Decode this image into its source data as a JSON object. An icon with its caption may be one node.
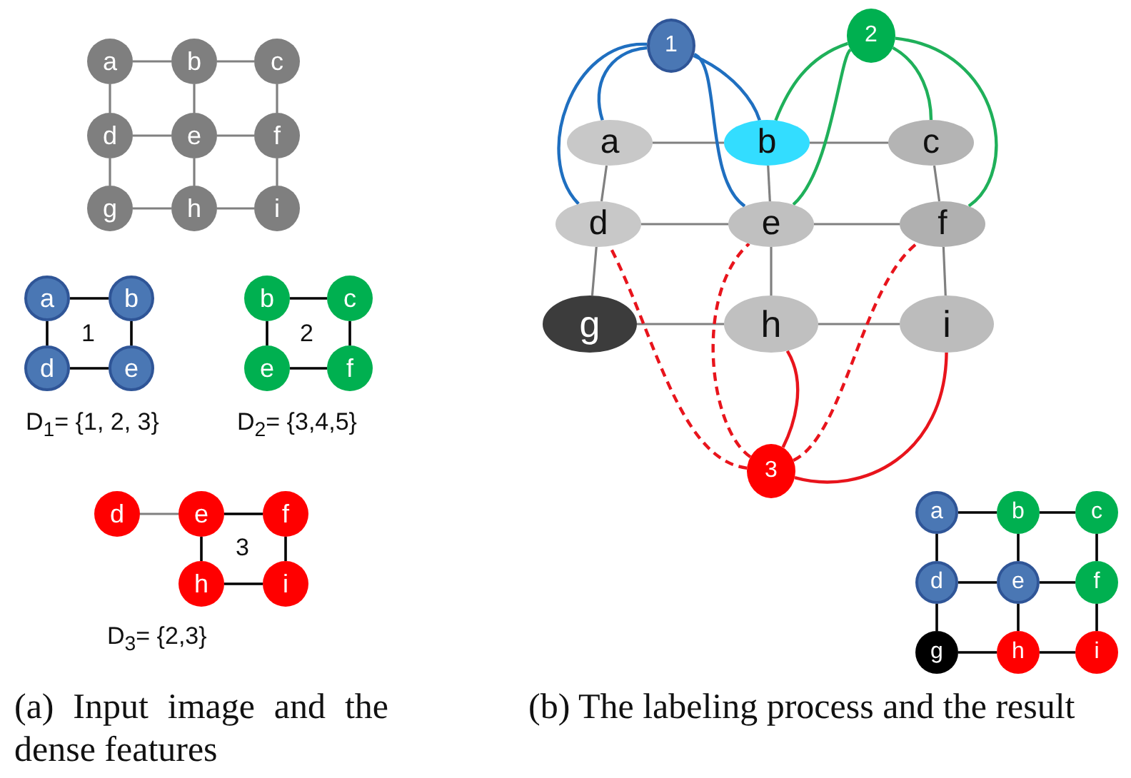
{
  "diagram": {
    "nodes": [
      {
        "text": [
          "a"
        ]
      },
      {
        "text": [
          "b"
        ]
      },
      {
        "text": [
          "c"
        ]
      },
      {
        "text": [
          "d"
        ]
      },
      {
        "text": [
          "e"
        ]
      },
      {
        "text": [
          "f"
        ]
      },
      {
        "text": [
          "g"
        ]
      },
      {
        "text": [
          "h"
        ]
      },
      {
        "text": [
          "i"
        ]
      },
      {
        "text": [
          "a"
        ]
      },
      {
        "text": [
          "b"
        ]
      },
      {
        "text": [
          "d"
        ]
      },
      {
        "text": [
          "e"
        ]
      },
      {
        "text": [
          "b"
        ]
      },
      {
        "text": [
          "c"
        ]
      },
      {
        "text": [
          "e"
        ]
      },
      {
        "text": [
          "f"
        ]
      },
      {
        "text": [
          "d"
        ]
      },
      {
        "text": [
          "e"
        ]
      },
      {
        "text": [
          "f"
        ]
      },
      {
        "text": [
          "h"
        ]
      },
      {
        "text": [
          "i"
        ]
      },
      {
        "text": [
          "1"
        ]
      },
      {
        "text": [
          "2"
        ]
      },
      {
        "text": [
          "a"
        ]
      },
      {
        "text": [
          "b"
        ]
      },
      {
        "text": [
          "c"
        ]
      },
      {
        "text": [
          "d"
        ]
      },
      {
        "text": [
          "e"
        ]
      },
      {
        "text": [
          "f"
        ]
      },
      {
        "text": [
          "g"
        ]
      },
      {
        "text": [
          "h"
        ]
      },
      {
        "text": [
          "i"
        ]
      },
      {
        "text": [
          "3"
        ]
      },
      {
        "text": [
          "a"
        ]
      },
      {
        "text": [
          "b"
        ]
      },
      {
        "text": [
          "c"
        ]
      },
      {
        "text": [
          "d"
        ]
      },
      {
        "text": [
          "e"
        ]
      },
      {
        "text": [
          "f"
        ]
      },
      {
        "text": [
          "g"
        ]
      },
      {
        "text": [
          "h"
        ]
      },
      {
        "text": [
          "i"
        ]
      }
    ],
    "edges": [
      {
        "from": 0,
        "to": 1,
        "arrow": "none"
      },
      {
        "from": 1,
        "to": 2,
        "arrow": "none"
      },
      {
        "from": 0,
        "to": 3,
        "arrow": "none"
      },
      {
        "from": 1,
        "to": 4,
        "arrow": "none"
      },
      {
        "from": 2,
        "to": 5,
        "arrow": "none"
      },
      {
        "from": 3,
        "to": 4,
        "arrow": "none"
      },
      {
        "from": 4,
        "to": 5,
        "arrow": "none"
      },
      {
        "from": 3,
        "to": 6,
        "arrow": "none"
      },
      {
        "from": 4,
        "to": 7,
        "arrow": "none"
      },
      {
        "from": 5,
        "to": 8,
        "arrow": "none"
      },
      {
        "from": 6,
        "to": 7,
        "arrow": "none"
      },
      {
        "from": 7,
        "to": 8,
        "arrow": "none"
      },
      {
        "from": 9,
        "to": 10,
        "arrow": "none",
        "color": "#000000"
      },
      {
        "from": 9,
        "to": 11,
        "arrow": "none",
        "color": "#000000"
      },
      {
        "from": 10,
        "to": 12,
        "arrow": "none",
        "color": "#000000"
      },
      {
        "from": 11,
        "to": 12,
        "arrow": "none",
        "color": "#000000"
      },
      {
        "from": 13,
        "to": 14,
        "arrow": "none",
        "color": "#000000"
      },
      {
        "from": 13,
        "to": 15,
        "arrow": "none",
        "color": "#000000"
      },
      {
        "from": 14,
        "to": 16,
        "arrow": "none",
        "color": "#000000"
      },
      {
        "from": 15,
        "to": 16,
        "arrow": "none",
        "color": "#000000"
      },
      {
        "from": 17,
        "to": 18,
        "arrow": "none"
      },
      {
        "from": 18,
        "to": 19,
        "arrow": "none",
        "color": "#000000"
      },
      {
        "from": 18,
        "to": 20,
        "arrow": "none",
        "color": "#000000"
      },
      {
        "from": 19,
        "to": 21,
        "arrow": "none",
        "color": "#000000"
      },
      {
        "from": 20,
        "to": 21,
        "arrow": "none",
        "color": "#000000"
      },
      {
        "from": 24,
        "to": 25,
        "arrow": "none"
      },
      {
        "from": 25,
        "to": 26,
        "arrow": "none"
      },
      {
        "from": 24,
        "to": 27,
        "arrow": "none"
      },
      {
        "from": 25,
        "to": 28,
        "arrow": "none"
      },
      {
        "from": 26,
        "to": 29,
        "arrow": "none"
      },
      {
        "from": 27,
        "to": 28,
        "arrow": "none"
      },
      {
        "from": 28,
        "to": 29,
        "arrow": "none"
      },
      {
        "from": 27,
        "to": 30,
        "arrow": "none"
      },
      {
        "from": 28,
        "to": 31,
        "arrow": "none"
      },
      {
        "from": 29,
        "to": 32,
        "arrow": "none"
      },
      {
        "from": 30,
        "to": 31,
        "arrow": "none"
      },
      {
        "from": 31,
        "to": 32,
        "arrow": "none"
      },
      {
        "from": 22,
        "to": 24,
        "arrow": "none",
        "color": "#1f6fc0"
      },
      {
        "from": 22,
        "to": 27,
        "arrow": "none",
        "color": "#1f6fc0"
      },
      {
        "from": 22,
        "to": 25,
        "arrow": "none",
        "color": "#1f6fc0"
      },
      {
        "from": 22,
        "to": 28,
        "arrow": "none",
        "color": "#1f6fc0"
      },
      {
        "from": 23,
        "to": 25,
        "arrow": "none",
        "color": "#1fb05a"
      },
      {
        "from": 23,
        "to": 28,
        "arrow": "none",
        "color": "#1fb05a"
      },
      {
        "from": 23,
        "to": 26,
        "arrow": "none",
        "color": "#1fb05a"
      },
      {
        "from": 23,
        "to": 29,
        "arrow": "none",
        "color": "#1fb05a"
      },
      {
        "from": 33,
        "to": 27,
        "arrow": "none",
        "style": "dashed",
        "color": "#e8141c"
      },
      {
        "from": 33,
        "to": 28,
        "arrow": "none",
        "style": "dashed",
        "color": "#e8141c"
      },
      {
        "from": 33,
        "to": 29,
        "arrow": "none",
        "style": "dashed",
        "color": "#e8141c"
      },
      {
        "from": 33,
        "to": 31,
        "arrow": "none",
        "color": "#e8141c"
      },
      {
        "from": 33,
        "to": 32,
        "arrow": "none",
        "color": "#e8141c"
      },
      {
        "from": 34,
        "to": 35,
        "arrow": "none",
        "color": "#000000"
      },
      {
        "from": 35,
        "to": 36,
        "arrow": "none",
        "color": "#000000"
      },
      {
        "from": 34,
        "to": 37,
        "arrow": "none",
        "color": "#000000"
      },
      {
        "from": 35,
        "to": 38,
        "arrow": "none",
        "color": "#000000"
      },
      {
        "from": 36,
        "to": 39,
        "arrow": "none",
        "color": "#000000"
      },
      {
        "from": 37,
        "to": 38,
        "arrow": "none",
        "color": "#000000"
      },
      {
        "from": 38,
        "to": 39,
        "arrow": "none",
        "color": "#000000"
      },
      {
        "from": 37,
        "to": 40,
        "arrow": "none",
        "color": "#000000"
      },
      {
        "from": 38,
        "to": 41,
        "arrow": "none",
        "color": "#000000"
      },
      {
        "from": 39,
        "to": 42,
        "arrow": "none",
        "color": "#000000"
      },
      {
        "from": 40,
        "to": 41,
        "arrow": "none",
        "color": "#000000"
      },
      {
        "from": 41,
        "to": 42,
        "arrow": "none",
        "color": "#000000"
      }
    ],
    "labels": [
      "1",
      "2",
      "D$_{1}$= {1, 2, 3}",
      "D$_{2}$= {3,4,5}",
      "3",
      "D$_{3}$= {2,3}",
      "(a) Input image and the dense features",
      "(b) The labeling process and the result"
    ]
  }
}
